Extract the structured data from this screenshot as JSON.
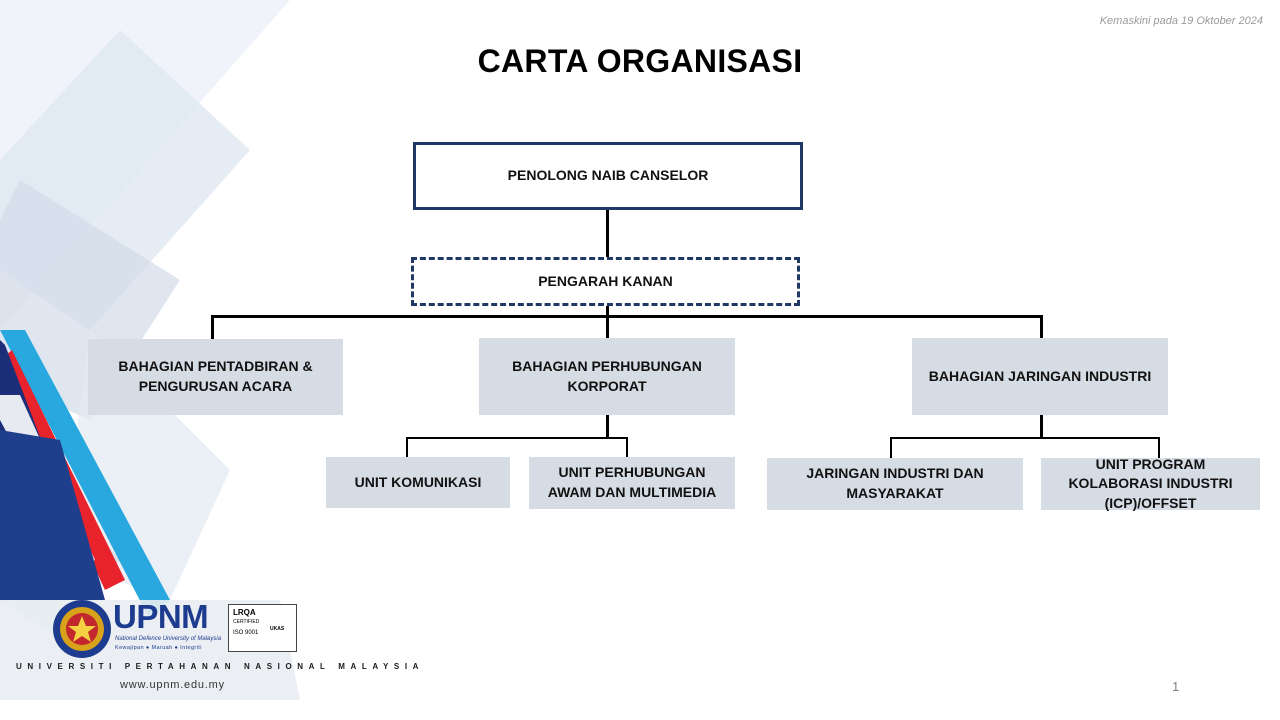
{
  "slide": {
    "updated": "Kemaskini pada 19 Oktober 2024",
    "title": "CARTA ORGANISASI",
    "page_number": "1"
  },
  "org": {
    "top": "PENOLONG NAIB CANSELOR",
    "director": "PENGARAH KANAN",
    "divisions": [
      {
        "label": "BAHAGIAN PENTADBIRAN & PENGURUSAN ACARA"
      },
      {
        "label": "BAHAGIAN PERHUBUNGAN KORPORAT"
      },
      {
        "label": "BAHAGIAN JARINGAN INDUSTRI"
      }
    ],
    "units": [
      {
        "label": "UNIT KOMUNIKASI"
      },
      {
        "label": "UNIT PERHUBUNGAN AWAM  DAN MULTIMEDIA"
      },
      {
        "label": "JARINGAN INDUSTRI DAN MASYARAKAT"
      },
      {
        "label": "UNIT PROGRAM KOLABORASI INDUSTRI (ICP)/OFFSET"
      }
    ]
  },
  "branding": {
    "logo_text": "UPNM",
    "logo_subtitle": "National Defence University of Malaysia",
    "motto": "Kewajipan ● Maruah ● Integriti",
    "university_name": "UNIVERSITI PERTAHANAN NASIONAL MALAYSIA",
    "website": "www.upnm.edu.my",
    "cert_body": "LRQA",
    "cert_status": "CERTIFIED",
    "cert_standard": "ISO 9001",
    "cert_accreditation": "UKAS"
  },
  "colors": {
    "box_fill": "#d6dce4",
    "box_border": "#1f3864",
    "accent_red": "#e8232b",
    "accent_blue": "#29a8e0",
    "accent_navy": "#1c2d7a"
  }
}
